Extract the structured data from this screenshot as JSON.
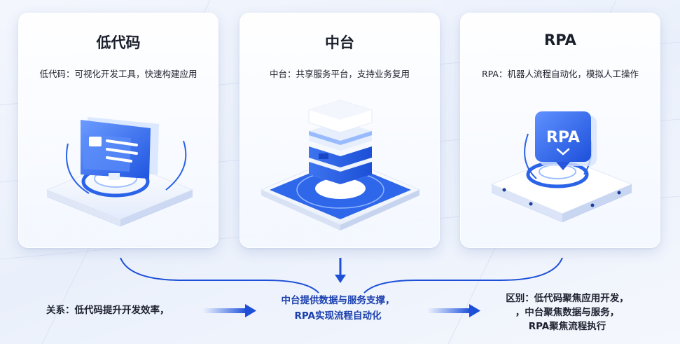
{
  "cards": [
    {
      "title": "低代码",
      "desc": "低代码：可视化开发工具，快速构建应用",
      "icon": "screen-window-icon"
    },
    {
      "title": "中台",
      "desc": "中台：共享服务平台，支持业务复用",
      "icon": "stacked-layers-icon"
    },
    {
      "title": "RPA",
      "desc": "RPA：机器人流程自动化，模拟人工操作",
      "icon": "rpa-badge-icon",
      "badge_text": "RPA"
    }
  ],
  "relation": {
    "text": "关系：低代码提升开发效率，"
  },
  "center": {
    "line1": "中台提供数据与服务支撑，",
    "line2": "RPA实现流程自动化"
  },
  "difference": {
    "line1": "区别：低代码聚焦应用开发，",
    "line2": "，中台聚焦数据与服务，",
    "line3": "RPA聚焦流程执行"
  },
  "colors": {
    "accent": "#2a63e8",
    "accent_dark": "#1a3fae",
    "accent_light": "#8fb5ff",
    "text": "#1e2230"
  }
}
